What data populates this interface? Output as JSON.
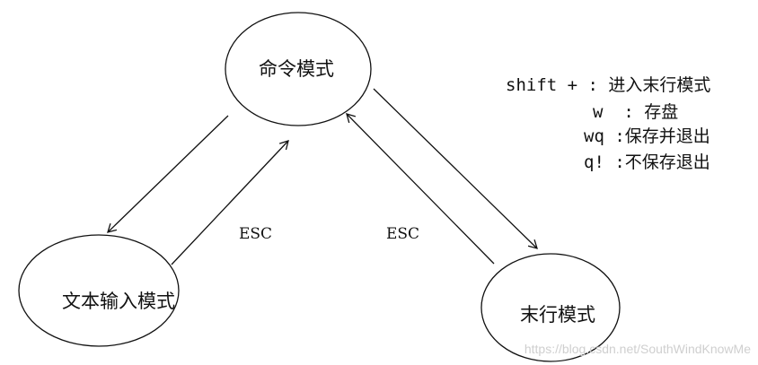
{
  "nodes": {
    "command_mode": "命令模式",
    "insert_mode": "文本输入模式",
    "last_line_mode": "末行模式"
  },
  "edges": {
    "insert_to_command_label": "ESC",
    "last_line_to_command_label": "ESC"
  },
  "notes": {
    "line1_key": "shift",
    "line1_rest": " + : 进入末行模式",
    "line2": "w  : 存盘",
    "line3": "wq :保存并退出",
    "line4": "q! :不保存退出"
  },
  "watermark": "https://blog.csdn.net/SouthWindKnowMe"
}
